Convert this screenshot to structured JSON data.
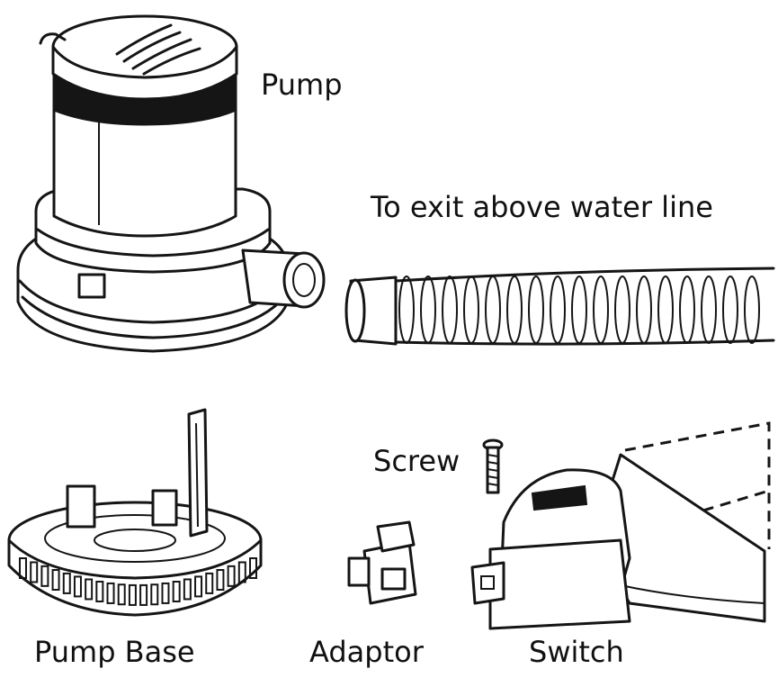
{
  "labels": {
    "pump": "Pump",
    "exit": "To exit above water line",
    "screw": "Screw",
    "pump_base": "Pump Base",
    "adaptor": "Adaptor",
    "switch": "Switch"
  }
}
